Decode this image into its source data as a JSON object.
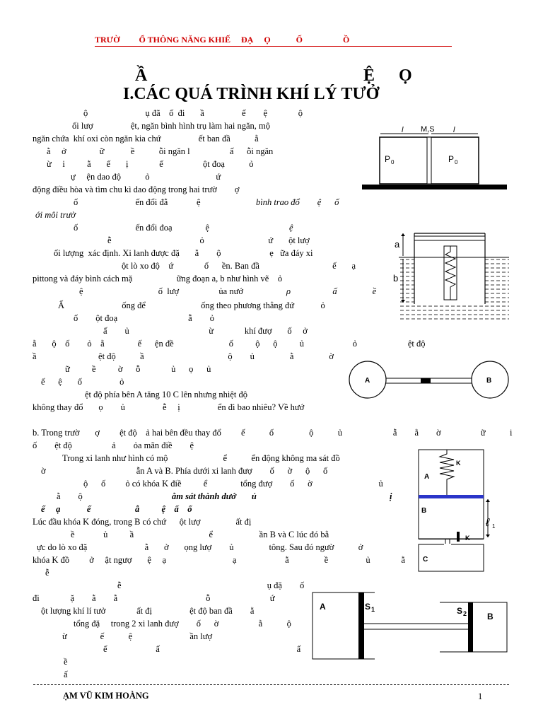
{
  "header": {
    "text": "TRƯỜ         Ổ THÔNG NĂNG KHIẾ     ĐẠ     Ọ            Ố                   Ồ"
  },
  "title": {
    "line1_left": "Ầ",
    "line1_mid": "Ệ",
    "line1_right": "Ọ",
    "heading": "I.CÁC QUÁ TRÌNH KHÍ LÝ TƯỞ"
  },
  "body": {
    "l01": "ộ                          ụ đã    ố  đi       ầ                 ế        ệ              ộ",
    "l02": "ối lượ                 ệt, ngăn bình hình trụ làm hai ngăn, mộ",
    "l03": "ngăn chứa  khí oxi còn ngăn kia chứ                 ết ban đầ           ằ",
    "l04": "ằ     ở               ữ            ề           ỗi ngăn l                  ấ      ỗi ngăn",
    "l05": "ừ     i          ằ       ế       ị              ế                  ột đoạ           ỏ",
    "l06": "ự     ện dao độ           ỏ                              ứ",
    "l07": "động điều hòa và tìm chu kì dao động trong hai trườ        ợ",
    "l08a": "ố                          ến đổi đẳ             ệ",
    "l08b": "bình trao đổ        ệ      ố",
    "l09": "ới môi trườ",
    "l10a": "ố                          ến đổi đoạ               ệ",
    "l10b": "ệ",
    "l11": "ễ                                        ỏ                             ứ       ột lượ",
    "l12": "ối lượng  xác định. Xi lanh được đặ       ẳ        ộ                      ẹ   ữa đáy xi",
    "l13": "ột lò xo độ    ứ              ố      ền. Ban đầ                                 ế       ạ",
    "l14": "pittong và đáy bình cách mặ                    ững đoạn a, b như hình vẽ    ỏ",
    "l15": "ệ                                  ố  lượ                  ủa nướ",
    "l15b": "ρ                   ấ                ề",
    "l16": "Ấ                          ống để                         ống theo phương thẳng đứ            ỏ",
    "l17": "ố        ột đoạ                                ẫ        ỏ",
    "l18": "ấ        ủ                                    ừ              khí đượ       ố     ở",
    "l19": "ằ       ộ    ố        ỏ    ằ               ế      ện đề                         ố          ộ      ộ          ủ                      ỏ                       ệt độ",
    "l20": "ầ                            ệt độ           ầ                                      ộ        ủ                ằ                ờ",
    "l21": "ữ          ề          ờ      ỗ              ủ      ọ      ủ",
    "l22": "ế      ệ       ố                 ỏ",
    "l23": "ệt độ phía bên A tăng 10 C lên nhưng nhiệt độ",
    "l24": "không thay đổ       ọ        ủ                 ễ     ị                 ển đi bao nhiêu? Về hướ",
    "l25": "b. Trong trườ       ợ         ệt độ    ả hai bên đều thay đổ         ế           ố                ộ           ủ                       ẫ        ằ        ờ                  ữ           i",
    "l26": "ố        ệt độ                  ả        ỏa mãn điề        ệ",
    "l27": "Trong xi lanh như hình có mộ                         ể           ển động không ma sát đồ",
    "l28": "ờ                                         ẫn A và B. Phía dưới xi lanh đượ        ố      ờ      ộ      ố",
    "l29": "ộ      ố         ỏ có khóa K điề          ể               tổng đượ        ố      ờ                              ủ",
    "l30a": "ằ        ộ",
    "l30b": "ằm sát thành dướ       ủ",
    "l30c": "ị",
    "l31": "ế     ạ            ế                    ẫ          ệ    ấ    ố",
    "l32": "Lúc đầu khóa K đóng, trong B có chứ      ột lượ                ất đị",
    "l33": "ề             ủ          ầ                                  ể                     ần B và C lúc đó bằ",
    "l34": "ực do lò xo đặ                          ằ       ở       ọng lượ        ủ                tông. Sau đó ngườ           ở",
    "l35": "khóa K đồ         ở     ật ngượ       ệ     ạ                              ạ                      ằ                ề                 ủ              ằ",
    "l36": "ễ",
    "l37": "ễ                                                                  ụ đặ        ố",
    "l38": "đi              ặ        ằ        ằ                                        ỗ                           ứ",
    "l39": "ột lượng khí lí tưở              ất đị                 ệt độ ban đầ        ằ",
    "l40": "tổng đặ     trong 2 xi lanh đượ        ố      ờ                  ằ           ộ",
    "l41": "ừ               ế           ệ                          ần lượ",
    "l42": "ế                      ấ                                                              ấ",
    "l43": "ề",
    "l44": "ấ"
  },
  "figures": {
    "fig1": {
      "label_l_left": "l",
      "label_ms": "M,S",
      "label_l_right": "l",
      "p_left": "P",
      "p_right": "P",
      "sub": "0"
    },
    "fig2": {
      "label_a": "a",
      "label_b": "b"
    },
    "fig3": {
      "label_a": "A",
      "label_b": "B"
    },
    "fig4": {
      "label_a": "A",
      "label_b": "B",
      "label_c": "C",
      "label_k_top": "K",
      "label_k_valve": "K",
      "label_l": "ℓ",
      "label_l_sub": "1"
    },
    "fig5": {
      "label_a": "A",
      "label_s1": "S",
      "label_s1_sub": "1",
      "label_s2": "S",
      "label_s2_sub": "2",
      "label_b": "B"
    }
  },
  "footer": {
    "author": "ẠM VŨ KIM HOÀNG",
    "page": "1"
  }
}
